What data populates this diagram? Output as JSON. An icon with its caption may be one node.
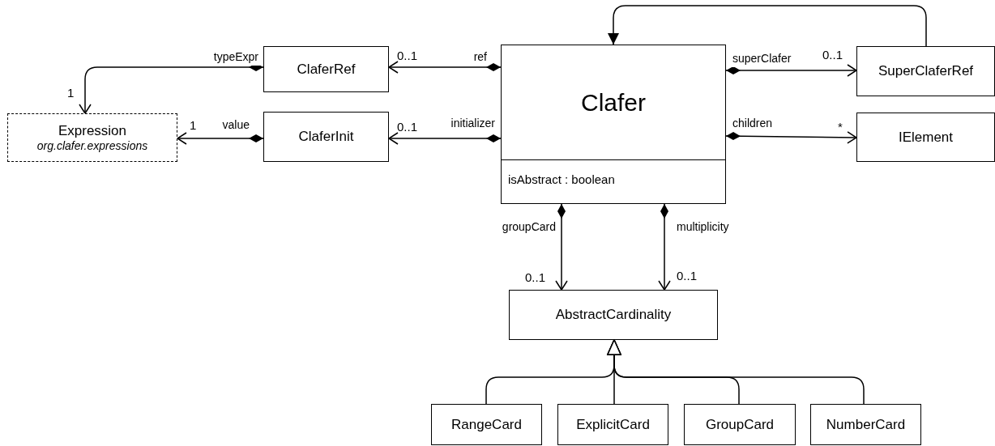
{
  "diagram": {
    "nodes": [
      {
        "text": [
          "ClaferRef"
        ]
      },
      {
        "text": [
          "Expression",
          "org.clafer.expressions"
        ]
      },
      {
        "text": [
          "ClaferInit"
        ]
      },
      {
        "text": [
          "Clafer",
          "isAbstract : boolean"
        ]
      },
      {
        "text": [
          "SuperClaferRef"
        ]
      },
      {
        "text": [
          "IElement"
        ]
      },
      {
        "text": [
          "AbstractCardinality"
        ]
      },
      {
        "text": [
          "RangeCard"
        ]
      },
      {
        "text": [
          "ExplicitCard"
        ]
      },
      {
        "text": [
          "GroupCard"
        ]
      },
      {
        "text": [
          "NumberCard"
        ]
      }
    ],
    "edges": [
      {
        "from": 3,
        "to": 0,
        "arrow": "to",
        "label": "ref"
      },
      {
        "from": 0,
        "to": 1,
        "arrow": "to",
        "label": "typeExpr"
      },
      {
        "from": 2,
        "to": 1,
        "arrow": "to",
        "label": "value"
      },
      {
        "from": 3,
        "to": 2,
        "arrow": "to",
        "label": "initializer"
      },
      {
        "from": 3,
        "to": 4,
        "arrow": "to",
        "label": "superClafer"
      },
      {
        "from": 3,
        "to": 5,
        "arrow": "to",
        "label": "children"
      },
      {
        "from": 4,
        "to": 3,
        "arrow": "to"
      },
      {
        "from": 3,
        "to": 6,
        "arrow": "to",
        "label": "groupCard"
      },
      {
        "from": 3,
        "to": 6,
        "arrow": "to",
        "label": "multiplicity"
      },
      {
        "from": 7,
        "to": 6,
        "arrow": "to"
      },
      {
        "from": 8,
        "to": 6,
        "arrow": "to"
      },
      {
        "from": 9,
        "to": 6,
        "arrow": "to"
      },
      {
        "from": 10,
        "to": 6,
        "arrow": "to"
      }
    ],
    "labels": [
      "0..1",
      "1",
      "1",
      "0..1",
      "0..1",
      "*",
      "0..1",
      "0..1"
    ]
  }
}
